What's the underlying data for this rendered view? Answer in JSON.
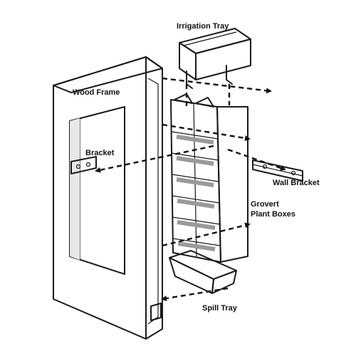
{
  "labels": {
    "irrigation_tray": "Irrigation Tray",
    "wood_frame": "Wood Frame",
    "bracket": "Bracket",
    "wall_bracket": "Wall Bracket",
    "grovert_line1": "Grovert",
    "grovert_line2": "Plant Boxes",
    "spill_tray": "Spill Tray"
  },
  "colors": {
    "line": "#1a1a1a",
    "frame_fill": "#f2f2f2",
    "box_fill": "#dedede",
    "box_dark": "#b8b8b8",
    "tray_fill": "#eeeeee"
  }
}
